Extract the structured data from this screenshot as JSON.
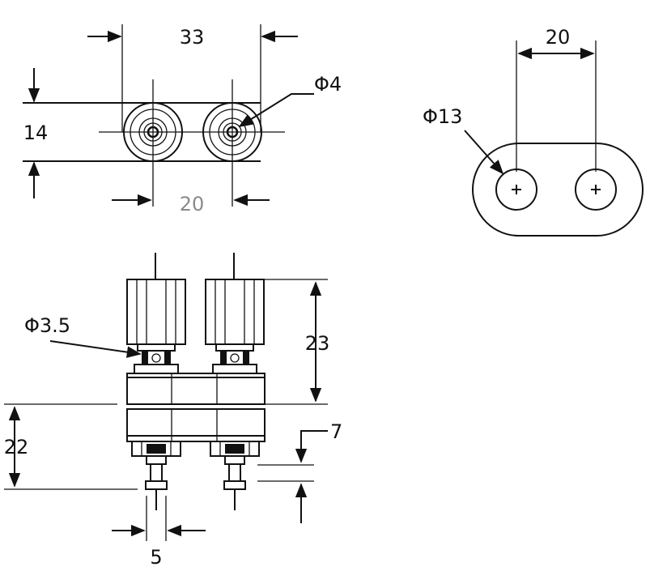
{
  "top_view": {
    "dim_width": "33",
    "dim_height": "14",
    "dim_pitch": "20",
    "dim_hole": "Φ4"
  },
  "panel_cutout": {
    "dim_pitch": "20",
    "dim_hole": "Φ13"
  },
  "side_view": {
    "dim_knob_dia": "Φ3.5",
    "dim_upper_height": "23",
    "dim_lower_height": "22",
    "dim_pin_length": "7",
    "dim_pin_spacing": "5"
  },
  "colors": {
    "line": "#111111",
    "background": "#ffffff",
    "muted_text": "#8a8a8a"
  }
}
